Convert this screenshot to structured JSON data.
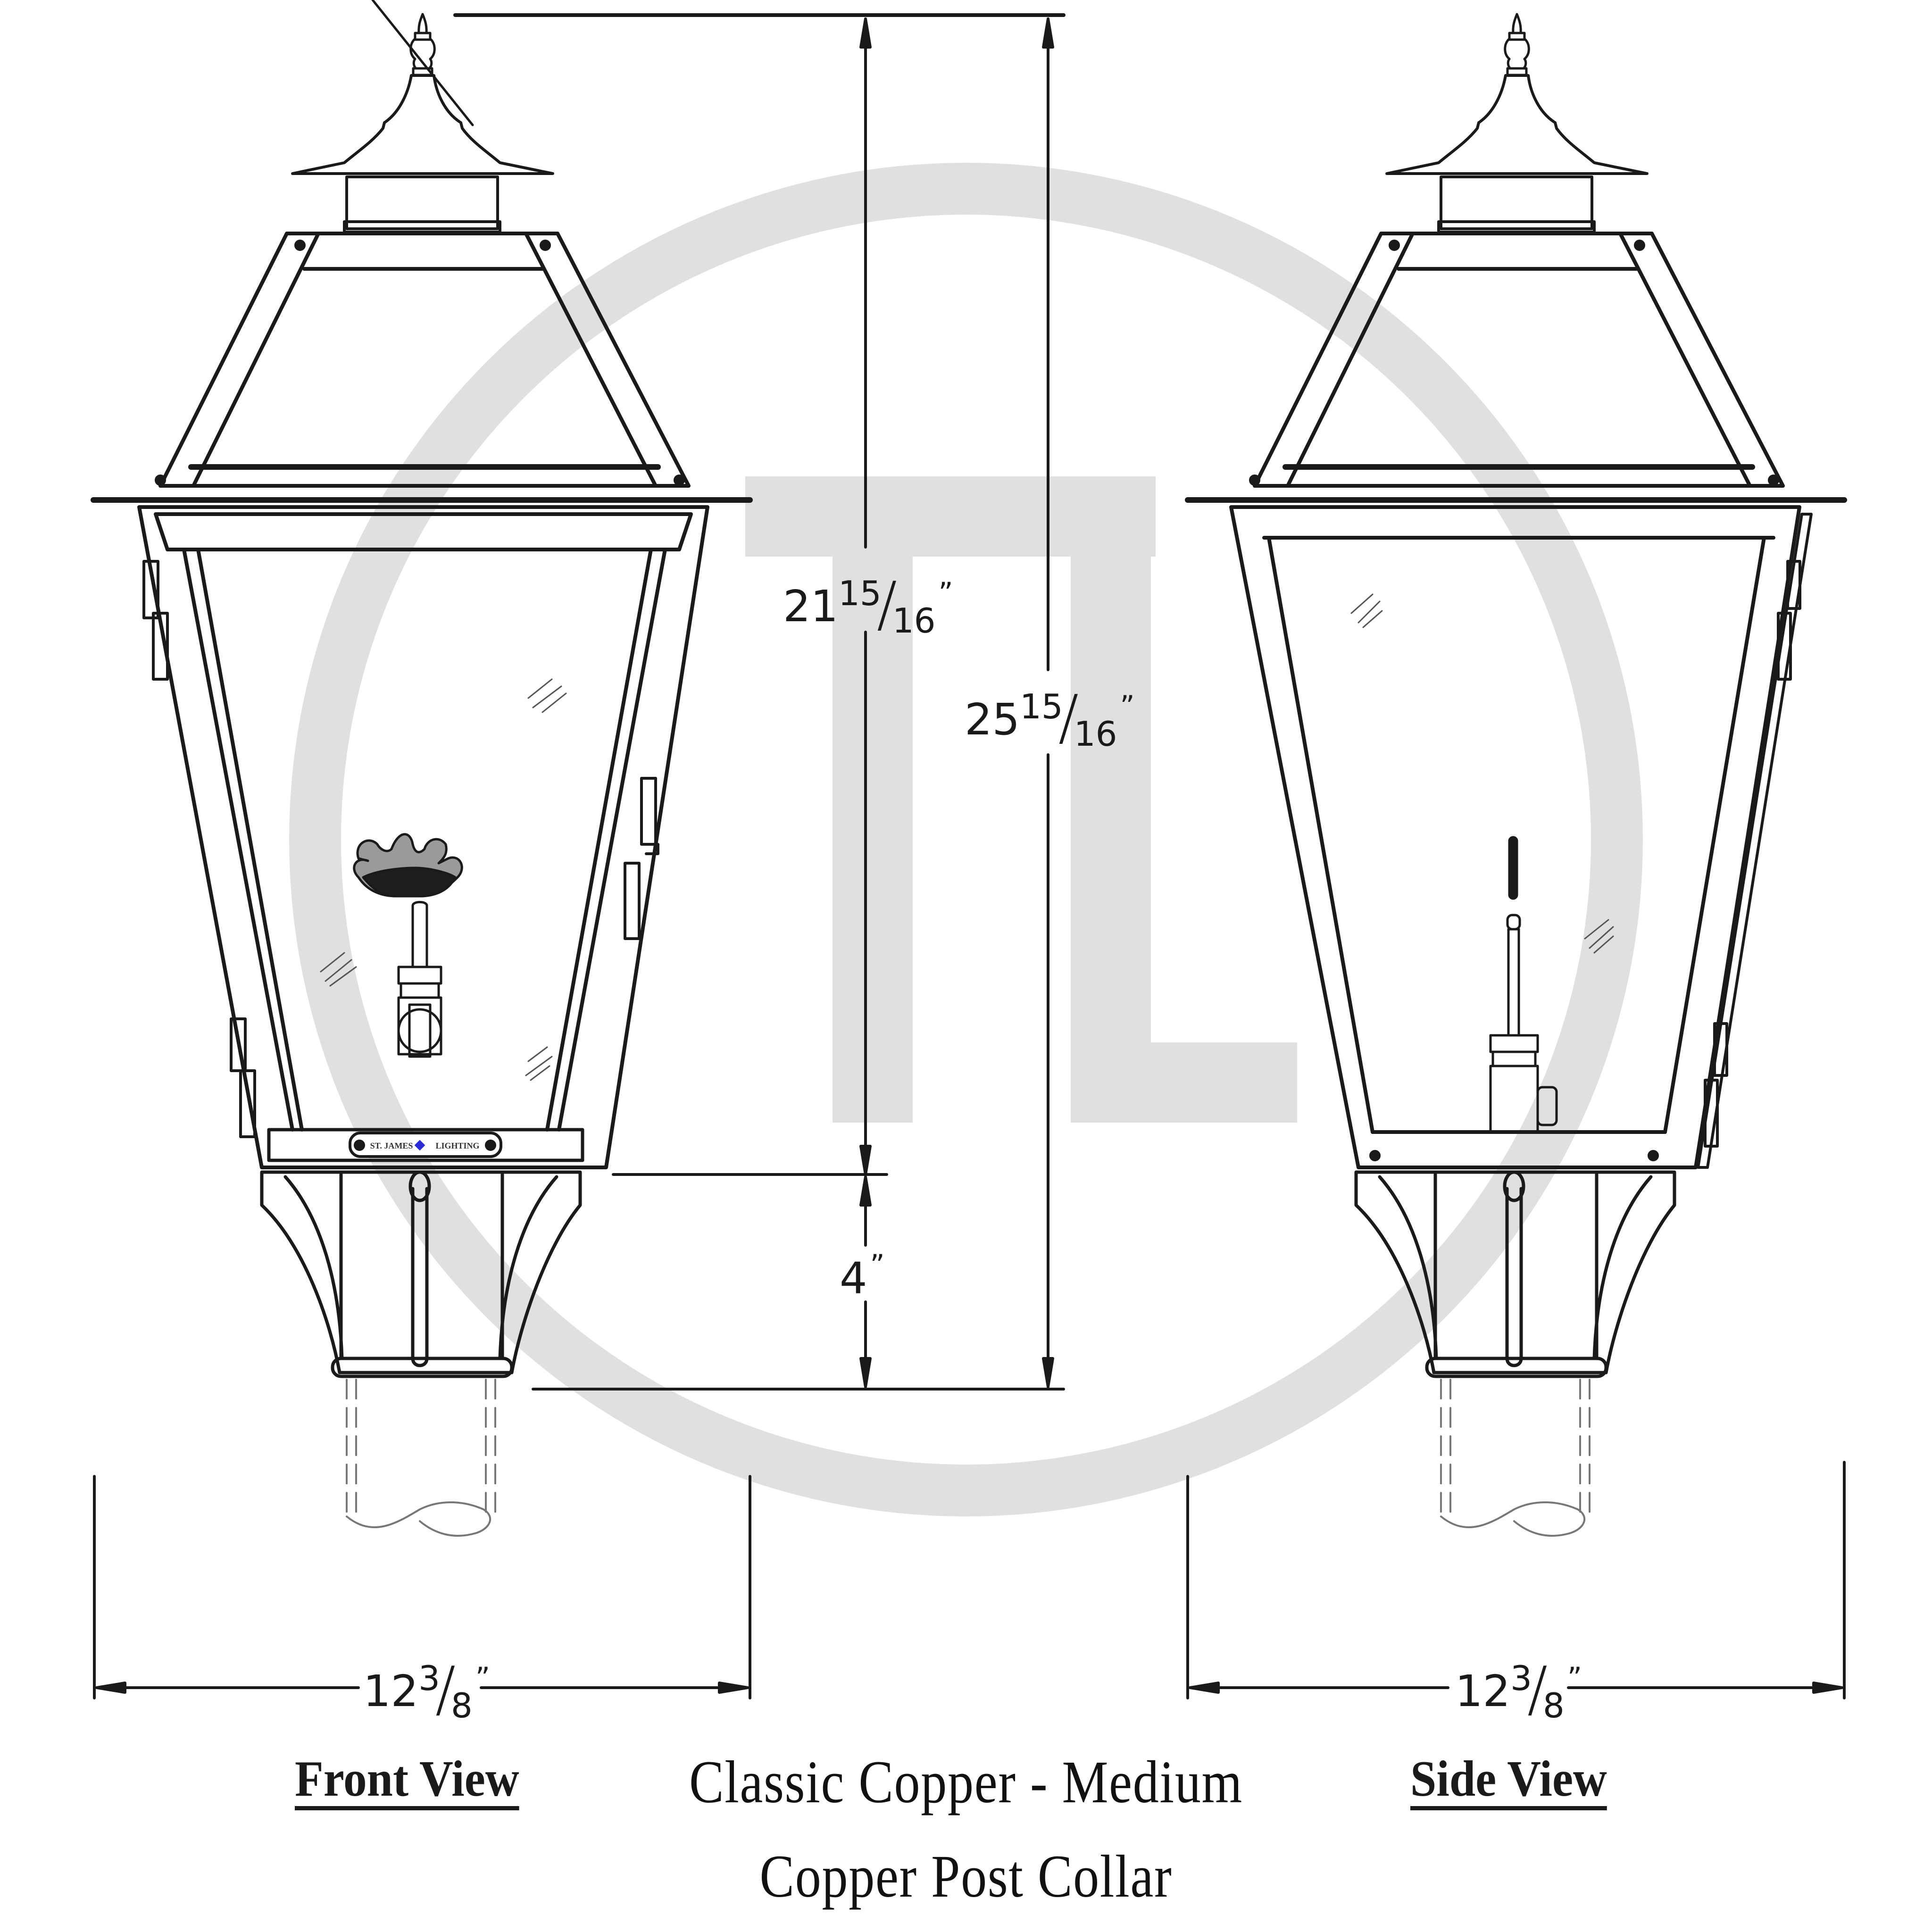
{
  "title": {
    "line1": "Classic Copper - Medium",
    "line2": "Copper Post Collar"
  },
  "views": {
    "front": {
      "label": "Front View"
    },
    "side": {
      "label": "Side View"
    }
  },
  "dimensions": {
    "lantern_height": {
      "whole": "21",
      "num": "15",
      "den": "16",
      "unit": "”",
      "value_in": 21.9375
    },
    "overall_height": {
      "whole": "25",
      "num": "15",
      "den": "16",
      "unit": "”",
      "value_in": 25.9375
    },
    "collar_height": {
      "whole": "4",
      "unit": "”",
      "value_in": 4
    },
    "front_width": {
      "whole": "12",
      "num": "3",
      "den": "8",
      "unit": "”",
      "value_in": 12.375
    },
    "side_width": {
      "whole": "12",
      "num": "3",
      "den": "8",
      "unit": "”",
      "value_in": 12.375
    }
  },
  "nameplate": {
    "text_left": "ST. JAMES",
    "text_right": "LIGHTING"
  },
  "watermark": {
    "letters": "TL",
    "color": "#e0e0e0"
  },
  "colors": {
    "line": "#1a1a1a",
    "watermark": "#e0e0e0",
    "nameplate_gem": "#2b2bd6"
  }
}
